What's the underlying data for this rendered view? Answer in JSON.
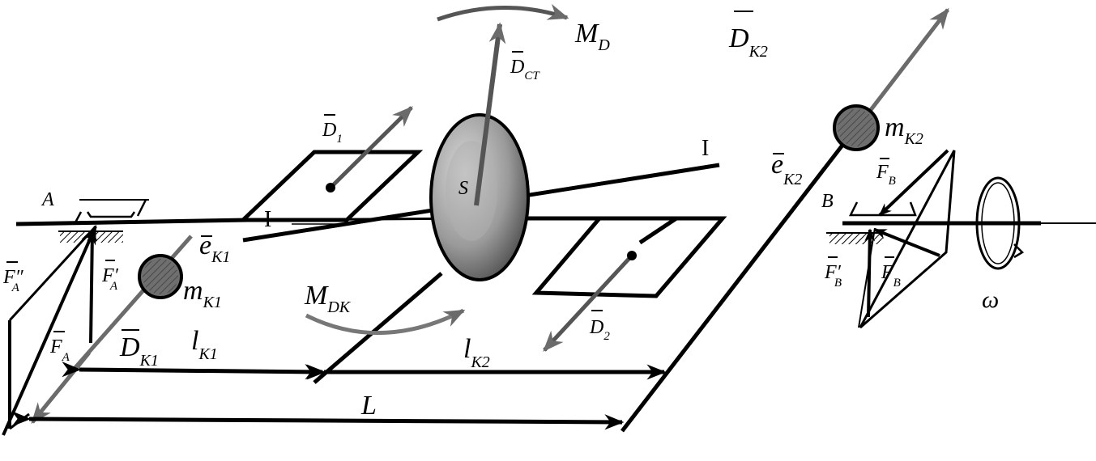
{
  "diagram": {
    "colors": {
      "stroke": "#000000",
      "vector_gray": "#6b6b6b",
      "mass_fill": "#7a7a7a",
      "disk_fill": "#9a9a9a"
    },
    "labels": {
      "support_a": "A",
      "support_b": "B",
      "section_left": "I",
      "section_right": "I",
      "m_d": {
        "base": "M",
        "sub": "D"
      },
      "m_dk": {
        "base": "M",
        "sub": "DK"
      },
      "d_k2": {
        "base": "D",
        "sub": "K2"
      },
      "d_k1": {
        "base": "D",
        "sub": "K1"
      },
      "d_st": {
        "base": "D",
        "sub": "CT"
      },
      "d_1": {
        "base": "D",
        "sub": "1"
      },
      "d_2": {
        "base": "D",
        "sub": "2"
      },
      "m_k2": {
        "base": "m",
        "sub": "K2"
      },
      "m_k1": {
        "base": "m",
        "sub": "K1"
      },
      "e_k1": {
        "base": "e",
        "sub": "K1"
      },
      "e_k2": {
        "base": "e",
        "sub": "K2"
      },
      "l_k1": {
        "base": "l",
        "sub": "K1"
      },
      "l_k2": {
        "base": "l",
        "sub": "K2"
      },
      "length_l": "L",
      "f_a": {
        "base": "F",
        "sub": "A"
      },
      "f_a1": {
        "base": "F",
        "sub": "A",
        "prime": "′"
      },
      "f_a2": {
        "base": "F",
        "sub": "A",
        "prime": "″"
      },
      "f_b": {
        "base": "F",
        "sub": "B"
      },
      "f_b1": {
        "base": "F",
        "sub": "B",
        "prime": "′"
      },
      "f_b_lower": {
        "base": "F",
        "sub": "B"
      },
      "omega": "ω",
      "disk_mark": "S"
    }
  }
}
